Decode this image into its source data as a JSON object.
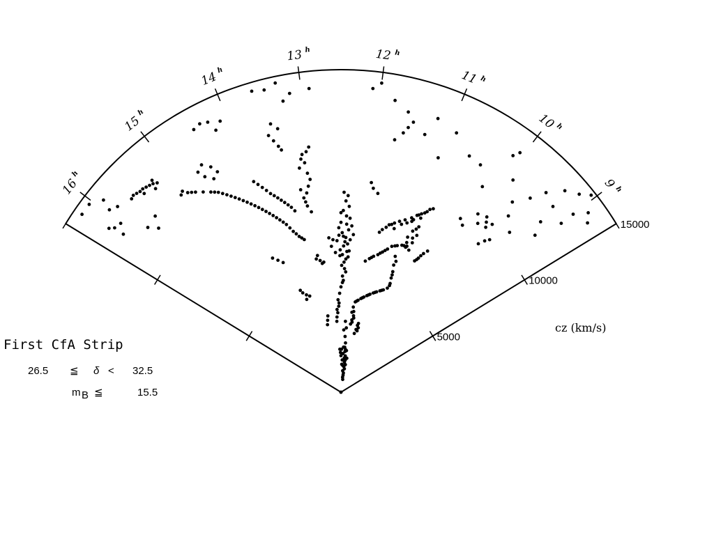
{
  "chart_data": {
    "type": "scatter",
    "projection": "polar wedge (right ascension vs. redshift velocity)",
    "caption": {
      "title": "First CfA Strip",
      "declination": {
        "low": "26.5",
        "rel1": "≦",
        "symbol": "δ",
        "rel2": "<",
        "high": "32.5"
      },
      "magnitude": {
        "symbol": "m",
        "sub": "B",
        "rel": "≦",
        "limit": "15.5"
      }
    },
    "ra_axis": {
      "range_hours": [
        8.6,
        16.4
      ],
      "ticks": [
        {
          "h": 9,
          "label": "9",
          "sup": "h"
        },
        {
          "h": 10,
          "label": "10",
          "sup": "h"
        },
        {
          "h": 11,
          "label": "11",
          "sup": "h"
        },
        {
          "h": 12,
          "label": "12",
          "sup": "h"
        },
        {
          "h": 13,
          "label": "13",
          "sup": "h"
        },
        {
          "h": 14,
          "label": "14",
          "sup": "h"
        },
        {
          "h": 15,
          "label": "15",
          "sup": "h"
        },
        {
          "h": 16,
          "label": "16",
          "sup": "h"
        }
      ]
    },
    "cz_axis": {
      "title": "cz (km/s)",
      "range": [
        0,
        15000
      ],
      "ticks": [
        {
          "v": 5000,
          "label": "5000"
        },
        {
          "v": 10000,
          "label": "10000"
        },
        {
          "v": 15000,
          "label": "15000"
        }
      ]
    },
    "galaxies": [
      [
        12.44,
        7250
      ],
      [
        12.38,
        7200
      ],
      [
        12.33,
        6900
      ],
      [
        12.47,
        7420
      ],
      [
        12.52,
        6620
      ],
      [
        12.28,
        6580
      ],
      [
        12.4,
        7000
      ],
      [
        12.46,
        6400
      ],
      [
        12.32,
        7560
      ],
      [
        12.37,
        7820
      ],
      [
        12.55,
        7300
      ],
      [
        12.27,
        7100
      ],
      [
        12.43,
        6800
      ],
      [
        12.5,
        7900
      ],
      [
        12.36,
        6200
      ],
      [
        12.3,
        6300
      ],
      [
        12.41,
        6050
      ],
      [
        12.48,
        5900
      ],
      [
        12.39,
        5750
      ],
      [
        12.35,
        5600
      ],
      [
        12.45,
        5400
      ],
      [
        12.42,
        5200
      ],
      [
        12.38,
        8200
      ],
      [
        12.45,
        8450
      ],
      [
        12.33,
        8650
      ],
      [
        12.4,
        8900
      ],
      [
        12.36,
        9150
      ],
      [
        12.44,
        9300
      ],
      [
        12.3,
        8100
      ],
      [
        12.5,
        8350
      ],
      [
        12.55,
        7650
      ],
      [
        12.25,
        7750
      ],
      [
        12.2,
        7350
      ],
      [
        12.6,
        7050
      ],
      [
        12.53,
        6350
      ],
      [
        12.34,
        6550
      ],
      [
        11.55,
        7800
      ],
      [
        11.43,
        8100
      ],
      [
        11.33,
        8250
      ],
      [
        11.24,
        8400
      ],
      [
        11.14,
        8550
      ],
      [
        11.03,
        8750
      ],
      [
        10.95,
        8950
      ],
      [
        10.88,
        9100
      ],
      [
        10.8,
        9300
      ],
      [
        10.72,
        9550
      ],
      [
        11.48,
        7950
      ],
      [
        11.3,
        8000
      ],
      [
        11.18,
        8300
      ],
      [
        11.08,
        8450
      ],
      [
        10.98,
        8700
      ],
      [
        10.92,
        9000
      ],
      [
        10.83,
        9200
      ],
      [
        10.77,
        9450
      ],
      [
        11.6,
        7650
      ],
      [
        11.38,
        8150
      ],
      [
        11.0,
        8600
      ],
      [
        10.86,
        8900
      ],
      [
        10.85,
        8350
      ],
      [
        10.9,
        8200
      ],
      [
        10.84,
        7900
      ],
      [
        10.8,
        7700
      ],
      [
        10.88,
        7450
      ],
      [
        10.95,
        7850
      ],
      [
        10.78,
        8100
      ],
      [
        10.92,
        7600
      ],
      [
        10.82,
        8500
      ],
      [
        11.8,
        6200
      ],
      [
        11.7,
        6350
      ],
      [
        11.6,
        6500
      ],
      [
        11.5,
        6620
      ],
      [
        11.4,
        6800
      ],
      [
        11.3,
        7000
      ],
      [
        11.22,
        7180
      ],
      [
        11.1,
        7300
      ],
      [
        11.0,
        7400
      ],
      [
        10.9,
        7380
      ],
      [
        10.8,
        7320
      ],
      [
        11.65,
        6420
      ],
      [
        11.45,
        6720
      ],
      [
        11.35,
        6900
      ],
      [
        11.15,
        7250
      ],
      [
        10.95,
        7420
      ],
      [
        11.05,
        6800
      ],
      [
        11.0,
        6400
      ],
      [
        10.95,
        6100
      ],
      [
        10.92,
        5800
      ],
      [
        10.88,
        5550
      ],
      [
        10.9,
        5300
      ],
      [
        11.0,
        5150
      ],
      [
        11.1,
        5050
      ],
      [
        11.2,
        4950
      ],
      [
        11.3,
        4850
      ],
      [
        11.4,
        4750
      ],
      [
        11.5,
        4650
      ],
      [
        11.6,
        4550
      ],
      [
        11.7,
        4450
      ],
      [
        11.8,
        4350
      ],
      [
        11.9,
        4250
      ],
      [
        10.98,
        6600
      ],
      [
        10.93,
        5950
      ],
      [
        10.87,
        5450
      ],
      [
        11.05,
        5100
      ],
      [
        11.25,
        4900
      ],
      [
        11.45,
        4700
      ],
      [
        11.65,
        4500
      ],
      [
        11.85,
        4300
      ],
      [
        11.95,
        4000
      ],
      [
        11.9,
        3800
      ],
      [
        11.88,
        3600
      ],
      [
        11.93,
        3400
      ],
      [
        11.97,
        3200
      ],
      [
        11.9,
        3300
      ],
      [
        11.85,
        3500
      ],
      [
        11.98,
        3750
      ],
      [
        11.55,
        3300
      ],
      [
        11.5,
        3100
      ],
      [
        11.6,
        3000
      ],
      [
        11.65,
        2800
      ],
      [
        11.52,
        2950
      ],
      [
        11.58,
        3200
      ],
      [
        10.55,
        7000
      ],
      [
        10.5,
        7200
      ],
      [
        10.45,
        7500
      ],
      [
        10.4,
        7700
      ],
      [
        10.48,
        7350
      ],
      [
        10.52,
        7100
      ],
      [
        12.15,
        2300
      ],
      [
        12.1,
        2000
      ],
      [
        12.05,
        1700
      ],
      [
        12.0,
        1500
      ],
      [
        12.08,
        1200
      ],
      [
        12.02,
        900
      ],
      [
        12.12,
        1900
      ],
      [
        12.07,
        1400
      ],
      [
        11.95,
        1100
      ],
      [
        12.18,
        2100
      ],
      [
        12.0,
        1950
      ],
      [
        12.13,
        1600
      ],
      [
        11.9,
        1300
      ],
      [
        11.85,
        1600
      ],
      [
        12.04,
        800
      ],
      [
        11.98,
        600
      ],
      [
        12.1,
        700
      ],
      [
        12.2,
        1000
      ],
      [
        12.25,
        1250
      ],
      [
        12.3,
        1800
      ],
      [
        12.35,
        1500
      ],
      [
        12.28,
        2100
      ],
      [
        12.4,
        1300
      ],
      [
        12.45,
        2000
      ],
      [
        12.5,
        1700
      ],
      [
        12.55,
        1850
      ],
      [
        12.6,
        2000
      ],
      [
        12.22,
        2600
      ],
      [
        12.33,
        2900
      ],
      [
        12.18,
        3000
      ],
      [
        12.26,
        3300
      ],
      [
        12.6,
        4000
      ],
      [
        12.65,
        3700
      ],
      [
        12.7,
        3500
      ],
      [
        12.62,
        4300
      ],
      [
        12.55,
        4600
      ],
      [
        12.5,
        4900
      ],
      [
        12.45,
        5100
      ],
      [
        12.58,
        4150
      ],
      [
        12.68,
        3850
      ],
      [
        12.72,
        3300
      ],
      [
        13.5,
        8900
      ],
      [
        13.6,
        9200
      ],
      [
        13.7,
        9500
      ],
      [
        13.45,
        8700
      ],
      [
        13.8,
        9800
      ],
      [
        13.9,
        10200
      ],
      [
        14.0,
        10600
      ],
      [
        13.55,
        9050
      ],
      [
        13.65,
        9350
      ],
      [
        13.75,
        9650
      ],
      [
        13.85,
        10000
      ],
      [
        13.95,
        10400
      ],
      [
        13.2,
        9000
      ],
      [
        13.15,
        9400
      ],
      [
        13.1,
        9700
      ],
      [
        13.05,
        10000
      ],
      [
        13.22,
        9200
      ],
      [
        13.18,
        8800
      ],
      [
        13.08,
        10300
      ],
      [
        13.12,
        8500
      ],
      [
        13.25,
        9600
      ],
      [
        13.1,
        10800
      ],
      [
        13.15,
        11000
      ],
      [
        13.05,
        11300
      ],
      [
        13.0,
        11500
      ],
      [
        13.2,
        10600
      ],
      [
        13.12,
        11200
      ],
      [
        13.45,
        11800
      ],
      [
        13.5,
        12100
      ],
      [
        13.55,
        12400
      ],
      [
        13.4,
        12600
      ],
      [
        13.48,
        12900
      ],
      [
        13.42,
        11600
      ],
      [
        13.4,
        7300
      ],
      [
        13.5,
        7500
      ],
      [
        13.6,
        7800
      ],
      [
        13.7,
        8200
      ],
      [
        13.8,
        8500
      ],
      [
        13.9,
        8800
      ],
      [
        14.0,
        9100
      ],
      [
        14.1,
        9400
      ],
      [
        14.2,
        9700
      ],
      [
        14.3,
        10000
      ],
      [
        14.4,
        10300
      ],
      [
        14.5,
        10600
      ],
      [
        14.6,
        10900
      ],
      [
        14.7,
        11100
      ],
      [
        13.45,
        7400
      ],
      [
        13.65,
        8000
      ],
      [
        13.85,
        8650
      ],
      [
        14.05,
        9250
      ],
      [
        14.25,
        9850
      ],
      [
        14.45,
        10450
      ],
      [
        14.65,
        11000
      ],
      [
        14.8,
        11300
      ],
      [
        14.9,
        11500
      ],
      [
        15.0,
        11700
      ],
      [
        15.1,
        11800
      ],
      [
        15.05,
        11900
      ],
      [
        14.95,
        11600
      ],
      [
        14.55,
        10750
      ],
      [
        14.35,
        10150
      ],
      [
        14.15,
        9550
      ],
      [
        13.95,
        8950
      ],
      [
        13.75,
        8350
      ],
      [
        13.55,
        7650
      ],
      [
        14.55,
        11550
      ],
      [
        14.65,
        11850
      ],
      [
        14.5,
        12100
      ],
      [
        14.6,
        12400
      ],
      [
        14.7,
        12200
      ],
      [
        14.45,
        11750
      ],
      [
        15.25,
        12950
      ],
      [
        15.35,
        13100
      ],
      [
        15.45,
        13200
      ],
      [
        15.55,
        13250
      ],
      [
        15.3,
        13050
      ],
      [
        15.4,
        13150
      ],
      [
        15.5,
        13200
      ],
      [
        15.6,
        13300
      ],
      [
        15.32,
        12800
      ],
      [
        15.48,
        13000
      ],
      [
        15.65,
        13250
      ],
      [
        15.28,
        13200
      ],
      [
        15.85,
        13500
      ],
      [
        15.95,
        13700
      ],
      [
        15.9,
        14200
      ],
      [
        16.05,
        14600
      ],
      [
        16.1,
        13000
      ],
      [
        13.8,
        4800
      ],
      [
        13.9,
        4950
      ],
      [
        13.7,
        4700
      ],
      [
        13.95,
        5100
      ],
      [
        13.85,
        4600
      ],
      [
        13.1,
        6200
      ],
      [
        13.2,
        6300
      ],
      [
        13.05,
        6050
      ],
      [
        13.15,
        6450
      ],
      [
        13.0,
        6100
      ],
      [
        12.75,
        6800
      ],
      [
        12.7,
        7100
      ],
      [
        12.8,
        7200
      ],
      [
        12.65,
        6500
      ],
      [
        14.2,
        6800
      ],
      [
        14.3,
        7000
      ],
      [
        14.1,
        6600
      ],
      [
        13.2,
        3400
      ],
      [
        13.25,
        3200
      ],
      [
        13.15,
        3600
      ],
      [
        12.1,
        14200
      ],
      [
        12.0,
        14500
      ],
      [
        11.8,
        13800
      ],
      [
        11.6,
        13400
      ],
      [
        11.5,
        13000
      ],
      [
        11.3,
        12600
      ],
      [
        11.0,
        11800
      ],
      [
        11.2,
        13500
      ],
      [
        10.9,
        13200
      ],
      [
        10.6,
        12500
      ],
      [
        10.4,
        12400
      ],
      [
        10.1,
        13600
      ],
      [
        10.05,
        13900
      ],
      [
        10.2,
        11600
      ],
      [
        9.9,
        12700
      ],
      [
        9.7,
        11900
      ],
      [
        9.55,
        12600
      ],
      [
        9.45,
        13300
      ],
      [
        9.3,
        14000
      ],
      [
        9.15,
        14400
      ],
      [
        9.05,
        14800
      ],
      [
        9.2,
        12200
      ],
      [
        9.6,
        11300
      ],
      [
        9.4,
        10800
      ],
      [
        9.1,
        11600
      ],
      [
        9.0,
        13600
      ],
      [
        8.9,
        14200
      ],
      [
        8.8,
        13900
      ],
      [
        9.0,
        12900
      ],
      [
        9.25,
        13100
      ],
      [
        9.8,
        10400
      ],
      [
        9.85,
        10600
      ],
      [
        9.75,
        10200
      ],
      [
        9.7,
        10500
      ],
      [
        9.9,
        10100
      ],
      [
        10.0,
        10450
      ],
      [
        9.6,
        9700
      ],
      [
        9.65,
        9400
      ],
      [
        9.55,
        9900
      ],
      [
        10.1,
        9600
      ],
      [
        10.2,
        9800
      ],
      [
        11.6,
        12400
      ],
      [
        11.55,
        12700
      ],
      [
        11.7,
        12000
      ],
      [
        11.9,
        9600
      ],
      [
        11.95,
        9850
      ],
      [
        11.8,
        9400
      ],
      [
        14.1,
        13800
      ],
      [
        14.25,
        14000
      ],
      [
        14.2,
        13500
      ],
      [
        14.35,
        14100
      ],
      [
        14.45,
        14000
      ],
      [
        12.9,
        14200
      ],
      [
        13.3,
        14700
      ],
      [
        13.45,
        14500
      ],
      [
        13.6,
        14600
      ],
      [
        13.25,
        13800
      ],
      [
        13.15,
        14100
      ],
      [
        15.7,
        11400
      ],
      [
        15.8,
        11800
      ],
      [
        15.6,
        11900
      ],
      [
        16.2,
        14600
      ],
      [
        16.15,
        13200
      ],
      [
        16.0,
        12900
      ],
      [
        16.1,
        12500
      ]
    ]
  }
}
